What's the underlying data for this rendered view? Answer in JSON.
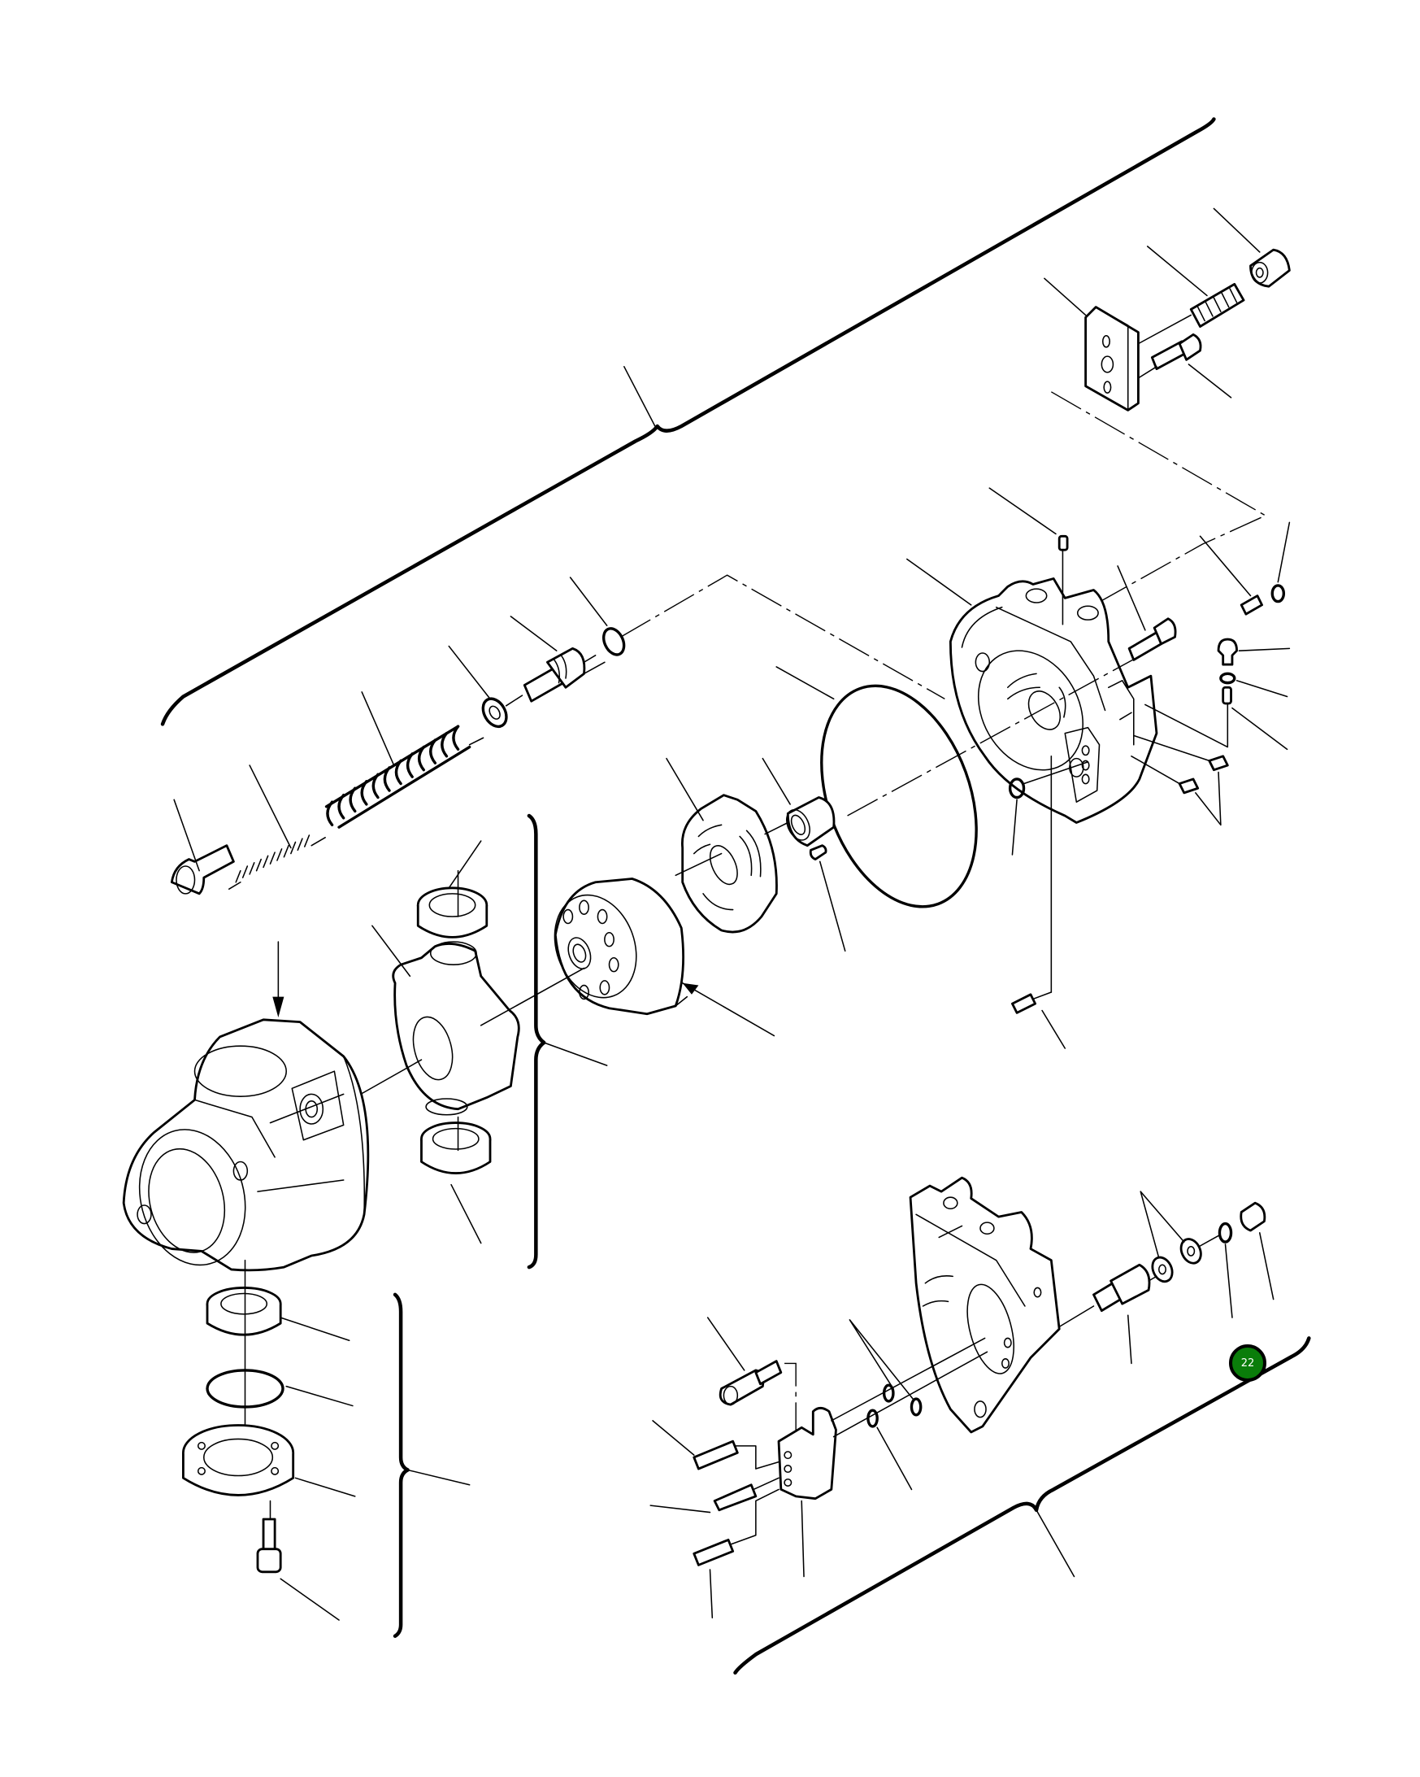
{
  "diagram": {
    "type": "exploded-parts-view",
    "subject": "hydraulic piston pump assembly",
    "background": "#ffffff",
    "line_color": "#000000"
  },
  "page_badge": {
    "label": "22",
    "fill_color": "#0a7d0a",
    "border_color": "#000000",
    "text_color": "#ffffff"
  }
}
